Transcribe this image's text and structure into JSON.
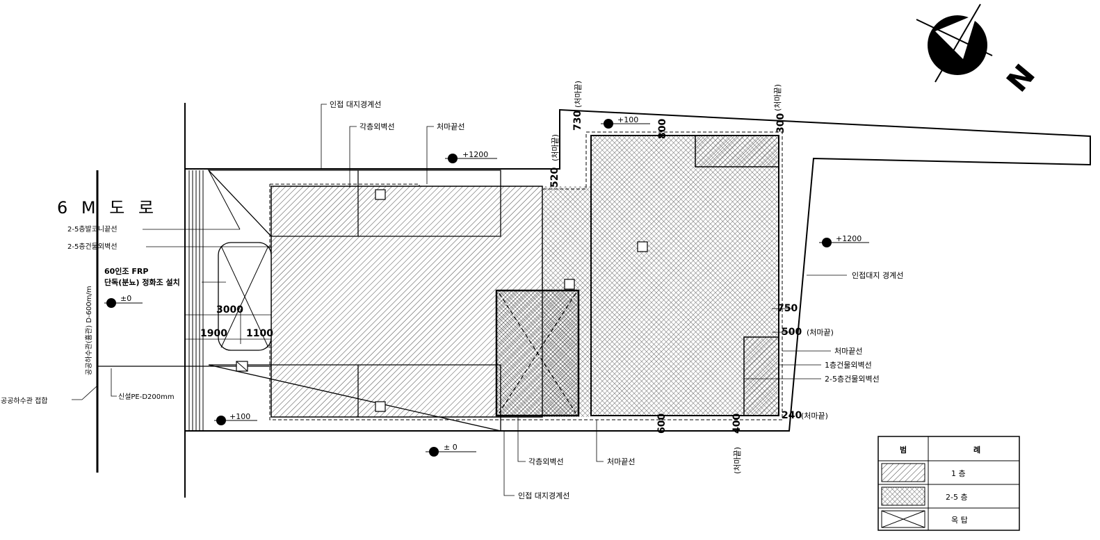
{
  "road": {
    "label": "6 M 도 로"
  },
  "sewer_main": {
    "label": "공공하수관(흄관) D-600m/m"
  },
  "sewer_connect": {
    "label": "공공하수관 접합"
  },
  "new_pipe": {
    "label": "신설PE-D200mm"
  },
  "septic": {
    "line1": "60인조 FRP",
    "line2": "단독(분뇨) 정화조 설치"
  },
  "callouts": {
    "boundary_top": "인접 대지경계선",
    "walls_top": "각층외벽선",
    "eaves_top": "처마끝선",
    "balcony": "2-5층발코니끝선",
    "upper_wall_left": "2-5층건물외벽선",
    "boundary_right": "인접대지 경계선",
    "eaves_right": "처마끝선",
    "ground_wall_right": "1층건물외벽선",
    "upper_wall_right": "2-5층건물외벽선",
    "walls_bottom": "각층외벽선",
    "eaves_bottom": "처마끝선",
    "boundary_bottom": "인접 대지경계선"
  },
  "levels": {
    "top_mid": "+1200",
    "top_notch": "+100",
    "right": "+1200",
    "left": "±0",
    "bottom_left": "+100",
    "bottom": "± 0"
  },
  "dimensions": {
    "d3000": "3000",
    "d1900": "1900",
    "d1100": "1100",
    "d520": "520",
    "d730": "730",
    "d800": "800",
    "d300": "300",
    "d750": "750",
    "d500": "500",
    "d240": "240",
    "d600": "600",
    "d400": "400",
    "eaves_tag": "(처마끝)"
  },
  "north": {
    "label": "N"
  },
  "legend": {
    "title_a": "범",
    "title_b": "례",
    "rows": [
      "1  층",
      "2-5  층",
      "옥  탑"
    ]
  }
}
